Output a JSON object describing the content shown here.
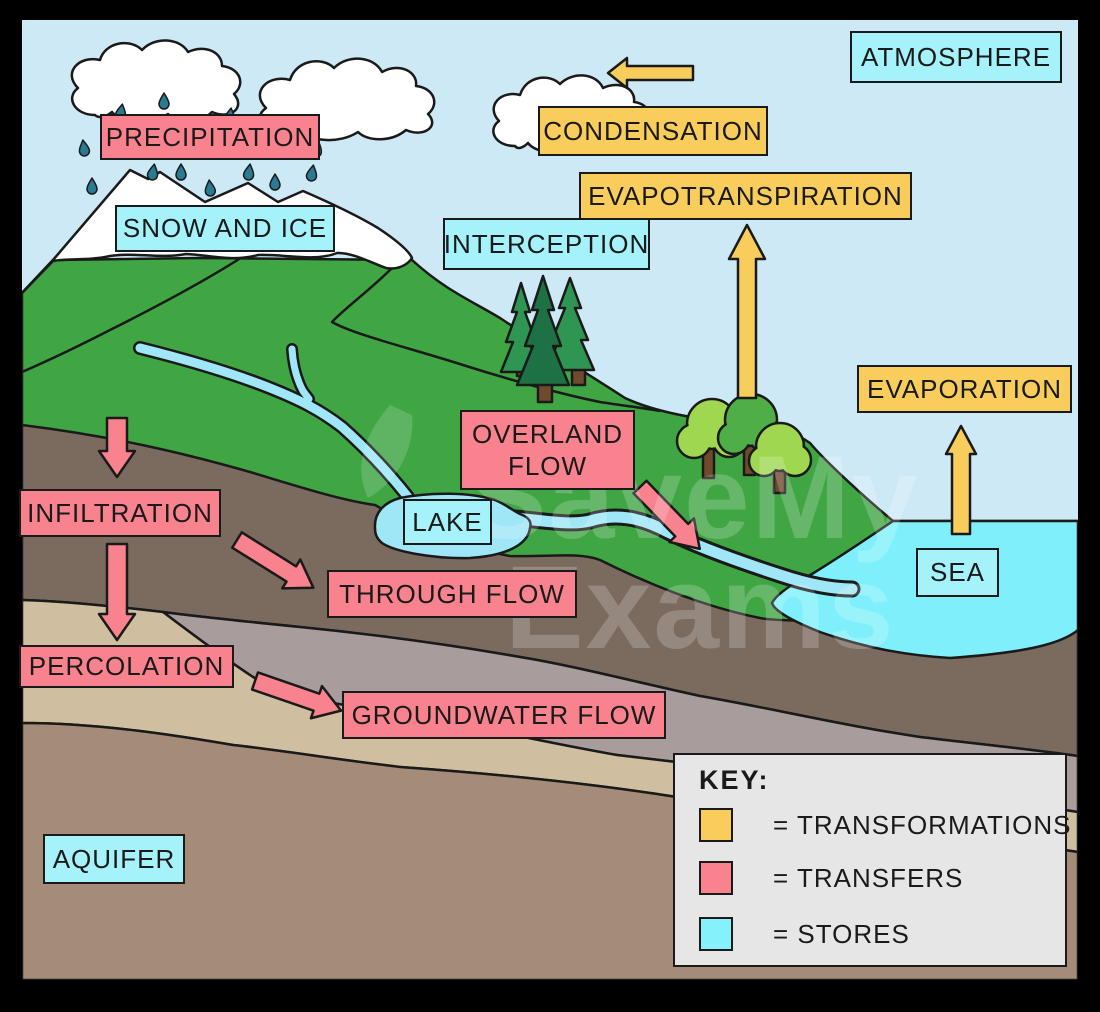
{
  "labels": {
    "atmosphere": "ATMOSPHERE",
    "precipitation": "PRECIPITATION",
    "condensation": "CONDENSATION",
    "evapotranspiration": "EVAPOTRANSPIRATION",
    "snow_and_ice": "SNOW AND ICE",
    "interception": "INTERCEPTION",
    "evaporation": "EVAPORATION",
    "overland_flow": "OVERLAND FLOW",
    "lake": "LAKE",
    "sea": "SEA",
    "infiltration": "INFILTRATION",
    "through_flow": "THROUGH FLOW",
    "percolation": "PERCOLATION",
    "groundwater_flow": "GROUNDWATER FLOW",
    "aquifer": "AQUIFER"
  },
  "key": {
    "title": "KEY:",
    "rows": [
      {
        "label": "=  TRANSFORMATIONS",
        "color": "#F8CD5B",
        "category": "transformations"
      },
      {
        "label": "=  TRANSFERS",
        "color": "#F8838E",
        "category": "transfers"
      },
      {
        "label": "=  STORES",
        "color": "#85F1FA",
        "category": "stores"
      }
    ]
  },
  "watermark": {
    "line1": "SaveMy",
    "line2": "Exams"
  },
  "colors": {
    "frame": "#000000",
    "sky": "#CDE9F6",
    "grass": "#40A644",
    "snow": "#FFFFFF",
    "sea": "#7FF0FB",
    "river": "#9FE7F7",
    "store_label": "#A5F2FA",
    "transfer_pink": "#F8838E",
    "transformation_yellow": "#F8CD5B",
    "soil_top_brown": "#7B6B5F",
    "soil_sand": "#CFBE9F",
    "soil_gray": "#A89C9C",
    "soil_bottom_brown": "#A58C78",
    "raindrop": "#2A7A92"
  }
}
